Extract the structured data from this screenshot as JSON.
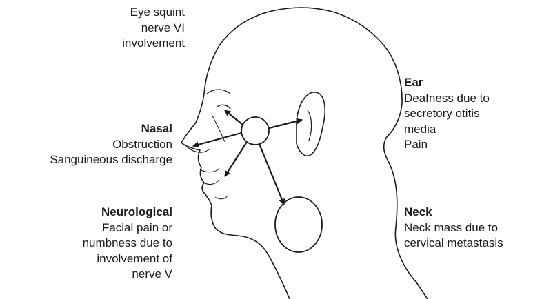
{
  "eye": {
    "lines": [
      "Eye squint",
      "nerve VI",
      "involvement"
    ]
  },
  "nasal": {
    "heading": "Nasal",
    "lines": [
      "Obstruction",
      "Sanguineous discharge"
    ]
  },
  "neurological": {
    "heading": "Neurological",
    "lines": [
      "Facial pain or",
      "numbness due to",
      "involvement of",
      "nerve V"
    ]
  },
  "ear": {
    "heading": "Ear",
    "lines": [
      "Deafness due to",
      "secretory otitis",
      "media",
      "Pain"
    ]
  },
  "neck": {
    "heading": "Neck",
    "lines": [
      "Neck mass due to",
      "cervical metastasis"
    ]
  },
  "colors": {
    "stroke": "#1a1a1a",
    "background": "#ffffff"
  }
}
